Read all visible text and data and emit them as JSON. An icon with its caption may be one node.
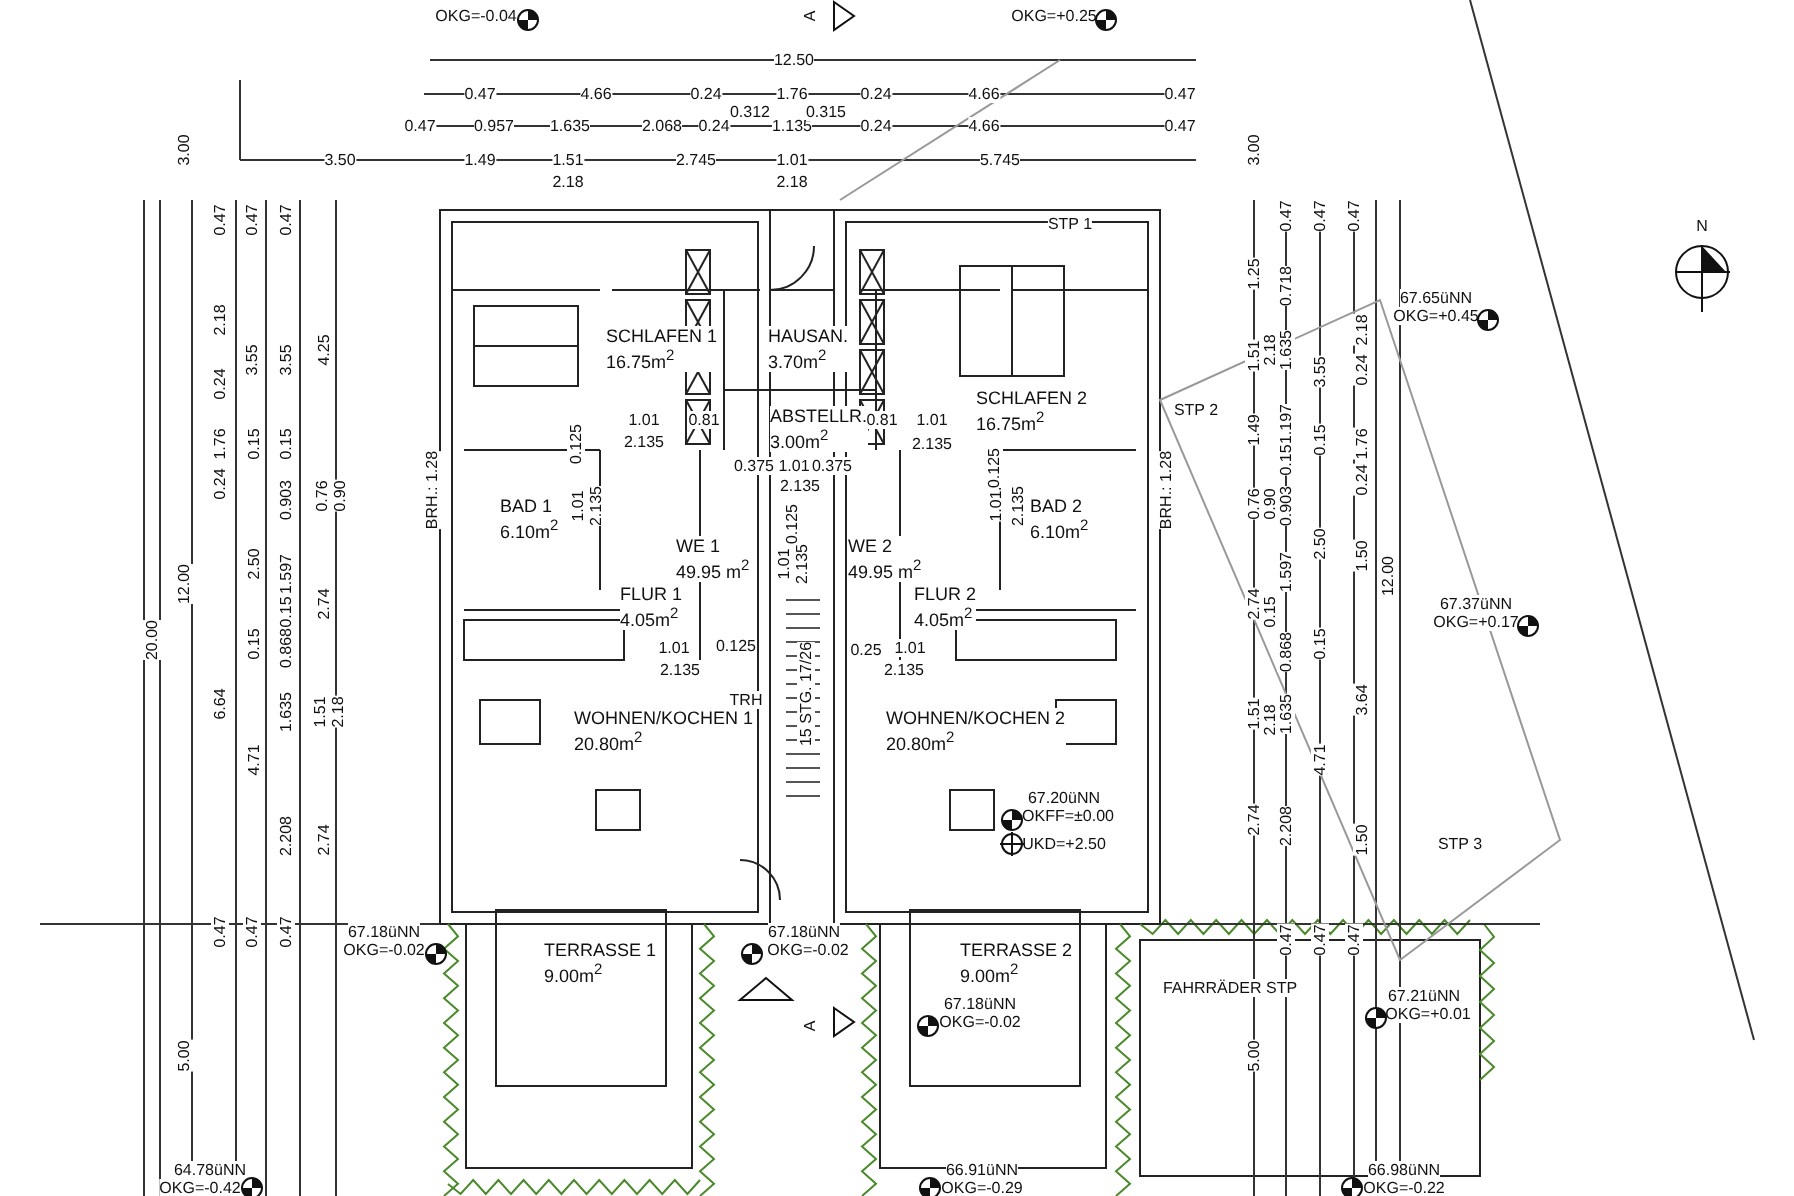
{
  "diagram": {
    "nodes": [
      {
        "text": [
          "SCHLAFEN 1",
          "16.75m$^{2}$"
        ]
      },
      {
        "text": [
          "HAUSAN.",
          "3.70m$^{2}$"
        ]
      },
      {
        "text": [
          "ABSTELLR.",
          "3.00m$^{2}$"
        ]
      },
      {
        "text": [
          "SCHLAFEN 2",
          "16.75m$^{2}$"
        ]
      },
      {
        "text": [
          "BAD 1",
          "6.10m$^{2}$"
        ]
      },
      {
        "text": [
          "WE 1",
          "49.95 m$^{2}$"
        ]
      },
      {
        "text": [
          "WE 2",
          "49.95 m$^{2}$"
        ]
      },
      {
        "text": [
          "BAD 2",
          "6.10m$^{2}$"
        ]
      },
      {
        "text": [
          "FLUR 1",
          "4.05m$^{2}$"
        ]
      },
      {
        "text": [
          "FLUR 2",
          "4.05m$^{2}$"
        ]
      },
      {
        "text": [
          "WOHNEN/KOCHEN 1",
          "20.80m$^{2}$"
        ]
      },
      {
        "text": [
          "WOHNEN/KOCHEN 2",
          "20.80m$^{2}$"
        ]
      },
      {
        "text": [
          "TERRASSE 1",
          "9.00m$^{2}$"
        ]
      },
      {
        "text": [
          "TERRASSE 2",
          "9.00m$^{2}$"
        ]
      }
    ],
    "labels": [
      "OKG=-0.04",
      "OKG=+0.25",
      "12.50",
      "0.47",
      "4.66",
      "0.24",
      "1.76",
      "0.24",
      "4.66",
      "0.47",
      "0.47",
      "0.957",
      "1.635",
      "2.068",
      "0.24",
      "0.312",
      "1.135",
      "0.315",
      "0.24",
      "4.66",
      "0.47",
      "3.50",
      "1.49",
      "1.51",
      "2.745",
      "1.01",
      "5.745",
      "2.18",
      "2.18",
      "3.00",
      "0.47",
      "0.47",
      "0.47",
      "2.18",
      "3.55",
      "3.55",
      "4.25",
      "0.24",
      "1.76",
      "0.24",
      "0.15",
      "0.15",
      "0.903",
      "0.76",
      "0.90",
      "2.50",
      "1.597",
      "2.74",
      "12.00",
      "20.00",
      "0.15",
      "0.15",
      "0.868",
      "6.64",
      "1.635",
      "1.51",
      "2.18",
      "4.71",
      "2.208",
      "2.74",
      "0.47",
      "0.47",
      "0.47",
      "5.00",
      "64.78üNN",
      "OKG=-0.42",
      "3.00",
      "0.47",
      "0.47",
      "0.47",
      "1.25",
      "0.718",
      "1.51",
      "2.18",
      "1.635",
      "3.55",
      "2.18",
      "0.24",
      "1.49",
      "1.197",
      "0.15",
      "0.15",
      "1.76",
      "0.76",
      "0.90",
      "0.903",
      "0.24",
      "2.50",
      "1.597",
      "1.50",
      "12.00",
      "2.74",
      "0.15",
      "0.868",
      "0.15",
      "1.51",
      "2.18",
      "1.635",
      "3.64",
      "4.71",
      "2.74",
      "2.208",
      "1.50",
      "0.47",
      "0.47",
      "0.47",
      "5.00",
      "67.65üNN",
      "OKG=+0.45",
      "67.37üNN",
      "OKG=+0.17",
      "67.18üNN",
      "OKG=-0.02",
      "67.18üNN",
      "OKG=-0.02",
      "67.20üNN",
      "OKFF=±0.00",
      "UKD=+2.50",
      "67.18üNN",
      "OKG=-0.02",
      "67.21üNN",
      "OKG=+0.01",
      "66.91üNN",
      "OKG=-0.29",
      "66.98üNN",
      "OKG=-0.22",
      "STP 1",
      "STP 2",
      "STP 3",
      "FAHRRÄDER STP",
      "TRH",
      "BRH.: 1.28",
      "BRH.: 1.28",
      "N",
      "A",
      "A",
      "1.01",
      "2.135",
      "0.81",
      "0.375",
      "1.01",
      "0.375",
      "2.135",
      "0.125",
      "1.01",
      "2.135",
      "0.125",
      "1.01",
      "2.135",
      "1.01",
      "2.135",
      "0.125",
      "0.81",
      "1.01",
      "2.135",
      "0.125",
      "1.01",
      "2.135",
      "1.01",
      "2.135",
      "0.25",
      "15 STG. 17/26"
    ]
  }
}
